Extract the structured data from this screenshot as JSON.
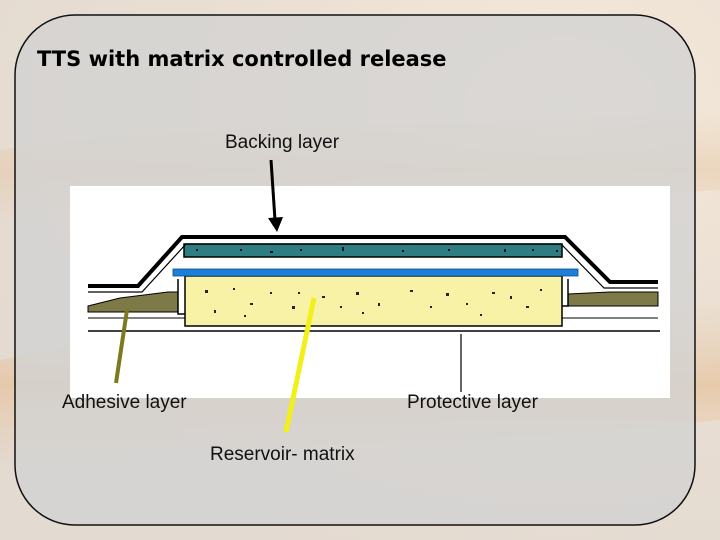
{
  "slide": {
    "title": "TTS with matrix controlled release"
  },
  "diagram": {
    "labels": {
      "backing": "Backing layer",
      "adhesive": "Adhesive layer",
      "protective": "Protective layer",
      "reservoir": "Reservoir- matrix"
    }
  },
  "colors": {
    "panel_fill": "#d2d2d2",
    "backing_layer": "#2e7d83",
    "membrane": "#1e7fd6",
    "reservoir_fill": "#f8f2a6",
    "adhesive_fill": "#7d7a48",
    "adhesive_arrow": "#7c7a1e",
    "reservoir_arrow": "#f3ef1a"
  }
}
